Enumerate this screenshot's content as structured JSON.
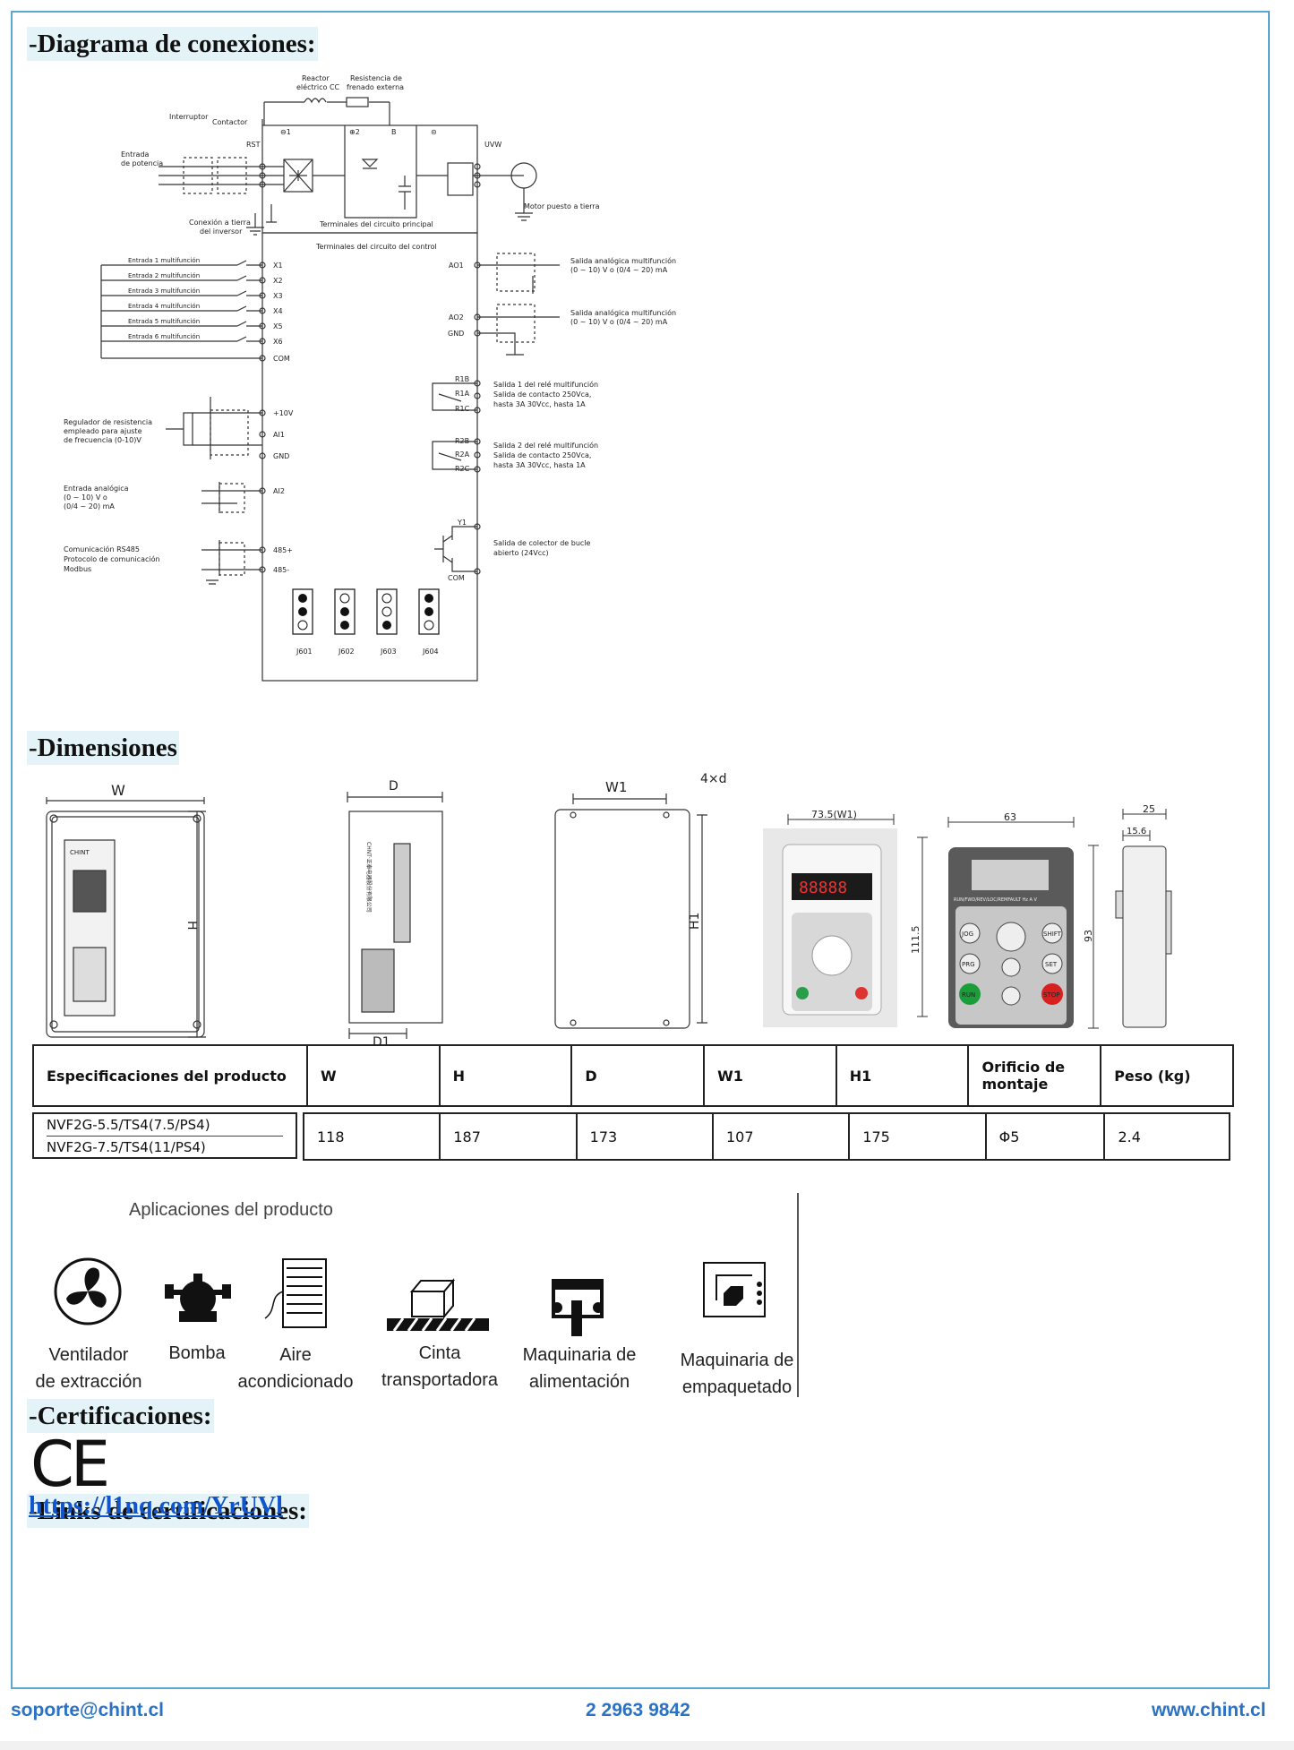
{
  "sections": {
    "diagram_title": "-Diagrama de conexiones:",
    "dimensions_title": "-Dimensiones",
    "certifications_title": "-Certificaciones:",
    "links_title": "-Links de certificaciones:"
  },
  "diagram": {
    "reactor": [
      "Reactor",
      "eléctrico CC"
    ],
    "resistor": [
      "Resistencia de",
      "frenado externa"
    ],
    "interruptor": "Interruptor",
    "contactor": "Contactor",
    "entrada_potencia": [
      "Entrada",
      "de potencia"
    ],
    "rst": "RST",
    "uvw": "UVW",
    "motor": "Motor puesto a tierra",
    "conexion_tierra": [
      "Conexión a tierra",
      "del inversor"
    ],
    "term_principal": "Terminales del circuito principal",
    "term_control": "Terminales del circuito del control",
    "bus_labels": [
      "⊖1",
      "⊕2",
      "B",
      "⊝"
    ],
    "inputs": [
      "Entrada 1 multifunción",
      "Entrada 2 multifunción",
      "Entrada 3 multifunción",
      "Entrada 4 multifunción",
      "Entrada 5 multifunción",
      "Entrada 6 multifunción"
    ],
    "x_terms": [
      "X1",
      "X2",
      "X3",
      "X4",
      "X5",
      "X6",
      "COM"
    ],
    "ao1": "AO1",
    "ao2": "AO2",
    "gnd": "GND",
    "ao_out": [
      "Salida analógica multifunción",
      "(0 ~ 10) V o (0/4 ~ 20) mA"
    ],
    "r1": [
      "R1B",
      "R1A",
      "R1C"
    ],
    "r2": [
      "R2B",
      "R2A",
      "R2C"
    ],
    "relay1": [
      "Salida 1 del relé multifunción",
      "Salida de contacto 250Vca,",
      "hasta 3A 30Vcc, hasta 1A"
    ],
    "relay2": [
      "Salida 2 del relé multifunción",
      "Salida de contacto 250Vca,",
      "hasta 3A 30Vcc, hasta 1A"
    ],
    "y1": "Y1",
    "com": "COM",
    "collector": [
      "Salida de colector de bucle",
      "abierto (24Vcc)"
    ],
    "plus10v": "+10V",
    "ai1": "AI1",
    "ai2": "AI2",
    "regulador": [
      "Regulador de resistencia",
      "empleado para ajuste",
      "de frecuencia (0-10)V"
    ],
    "entrada_analogica": [
      "Entrada analógica",
      "(0 ~ 10) V o",
      "(0/4 ~ 20) mA"
    ],
    "rs485": [
      "Comunicación RS485",
      "Protocolo de comunicación",
      "Modbus"
    ],
    "p485": "485+",
    "m485": "485-",
    "jumpers": [
      "J601",
      "J602",
      "J603",
      "J604"
    ]
  },
  "dimension_drawings": {
    "front": {
      "w": "W",
      "h": "H",
      "brand": "CHINT"
    },
    "side": {
      "d": "D",
      "d1": "D1",
      "brand": "CHNT·正泰电器股份有限公司"
    },
    "back": {
      "w1": "W1",
      "h1": "H1",
      "holes": "4×d"
    },
    "keypad_photo": {
      "width": "73.5(W1)",
      "height": "111.5",
      "display": "88888"
    },
    "keypad_front": {
      "width": "63",
      "height": "93",
      "buttons": [
        "JOG",
        "SHIFT",
        "PRG",
        "SET",
        "RUN",
        "STOP"
      ],
      "indicator": "RUN/FWD/REV/LOC/REMFAULT  Hz  A  V"
    },
    "keypad_side": {
      "depth": "25",
      "inner": "15.6"
    }
  },
  "spec_table": {
    "headers": [
      "Especificaciones del producto",
      "W",
      "H",
      "D",
      "W1",
      "H1",
      "Orificio de montaje",
      "Peso (kg)"
    ],
    "models": [
      "NVF2G-5.5/TS4(7.5/PS4)",
      "NVF2G-7.5/TS4(11/PS4)"
    ],
    "values": [
      "118",
      "187",
      "173",
      "107",
      "175",
      "Φ5",
      "2.4"
    ]
  },
  "applications": {
    "title": "Aplicaciones del producto",
    "items": [
      {
        "label": [
          "Ventilador",
          "de extracción"
        ],
        "icon": "fan-icon"
      },
      {
        "label": [
          "Bomba"
        ],
        "icon": "pump-icon"
      },
      {
        "label": [
          "Aire",
          "acondicionado"
        ],
        "icon": "air-conditioner-icon"
      },
      {
        "label": [
          "Cinta",
          "transportadora"
        ],
        "icon": "conveyor-icon"
      },
      {
        "label": [
          "Maquinaria de",
          "alimentación"
        ],
        "icon": "food-machinery-icon"
      },
      {
        "label": [
          "Maquinaria de",
          "empaquetado"
        ],
        "icon": "packaging-icon"
      }
    ]
  },
  "certification": {
    "mark": "CE"
  },
  "link": "https://l1nq.com/YrUVl",
  "footer": {
    "email": "soporte@chint.cl",
    "phone": "2 2963 9842",
    "web": "www.chint.cl"
  },
  "colors": {
    "frame": "#5aa7d6",
    "title_bg": "#e4f3f8",
    "footer": "#2a72c4",
    "link": "#1155cc"
  }
}
